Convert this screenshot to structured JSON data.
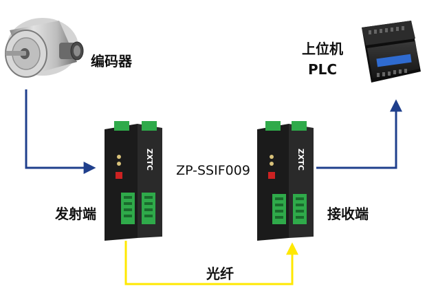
{
  "labels": {
    "encoder": "编码器",
    "host": "上位机",
    "host_sub": "PLC",
    "model": "ZP-SSIF009",
    "transmitter": "发射端",
    "receiver": "接收端",
    "fiber": "光纤",
    "brand_left": "ZXTC",
    "brand_right": "ZXTC"
  },
  "colors": {
    "signal_line": "#1f3f8c",
    "fiber_line": "#ffe800",
    "device_body": "#1b1b1b",
    "terminal_green": "#2faa4a"
  }
}
